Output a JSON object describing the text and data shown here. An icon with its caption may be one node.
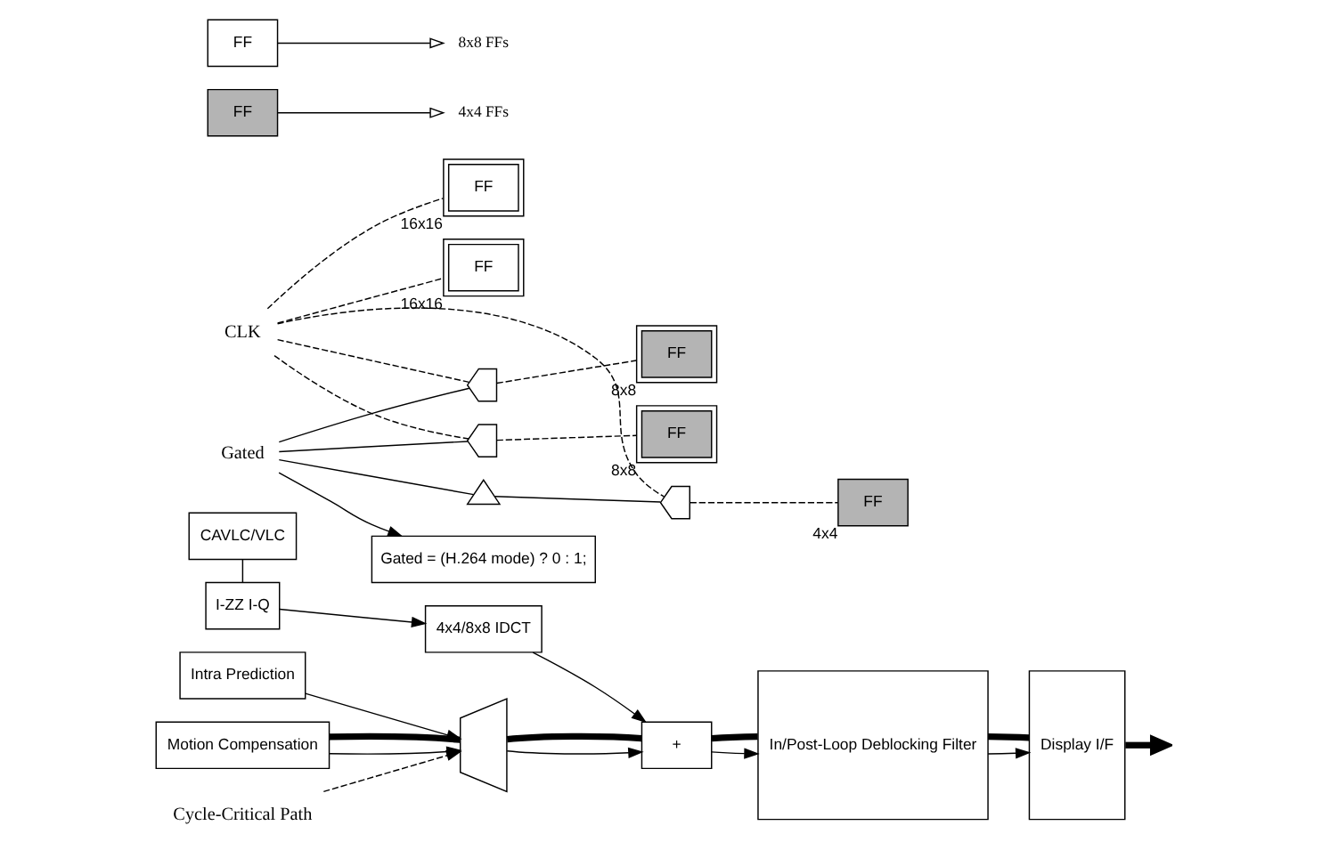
{
  "diagram": {
    "nodes": [
      {
        "text": [
          "Intra Prediction"
        ]
      },
      {
        "text": [
          "Motion Compensation"
        ]
      },
      {
        "text": [
          "FF"
        ],
        "beside": [
          "4x4"
        ]
      },
      {
        "text": [],
        "shape": "trapezoid"
      },
      {
        "text": [
          "+"
        ]
      },
      {
        "text": [
          "FF"
        ],
        "beside": [
          "16x16"
        ]
      },
      {
        "text": [
          "In/Post-Loop Deblocking Filter"
        ]
      },
      {
        "text": [
          "Display I/F"
        ]
      },
      {
        "text": [
          "FF"
        ],
        "beside": [
          "16x16"
        ]
      },
      {
        "text": [],
        "shape": "gate"
      },
      {
        "text": [],
        "shape": "triangle"
      },
      {
        "text": [
          "Gated"
        ]
      },
      {
        "text": [
          "CLK"
        ]
      },
      {
        "text": [
          "CAVLC/VLC"
        ]
      },
      {
        "text": [
          "I-ZZ I-Q"
        ]
      },
      {
        "text": [
          "4x4/8x8 IDCT"
        ]
      },
      {
        "text": [
          "FF"
        ],
        "beside": [
          "8x8"
        ]
      },
      {
        "text": [],
        "shape": "gate"
      },
      {
        "text": [
          "FF"
        ],
        "beside": [
          "8x8"
        ]
      },
      {
        "text": [],
        "shape": "gate"
      },
      {
        "text": [
          "Gated = (H.264 mode) ? 0 : 1;"
        ]
      },
      {
        "text": [
          "Cycle-Critical Path"
        ]
      },
      {
        "text": [
          "FF"
        ]
      },
      {
        "text": [
          "FF"
        ]
      }
    ],
    "edges": [
      {
        "from": 0,
        "to": 3,
        "arrow": "to"
      },
      {
        "from": 1,
        "to": 3,
        "arrow": "to"
      },
      {
        "from": 1,
        "to": 3,
        "arrow": "none",
        "style": "thick"
      },
      {
        "from": 3,
        "to": 4,
        "arrow": "to"
      },
      {
        "from": 3,
        "to": 4,
        "arrow": "none",
        "style": "thick"
      },
      {
        "from": 4,
        "to": 6,
        "arrow": "to"
      },
      {
        "from": 4,
        "to": 6,
        "arrow": "none",
        "style": "thick"
      },
      {
        "from": 6,
        "to": 7,
        "arrow": "to"
      },
      {
        "from": 6,
        "to": 7,
        "arrow": "none",
        "style": "thick"
      },
      {
        "from": 7,
        "to": null,
        "arrow": "to",
        "style": "thick"
      },
      {
        "from": 13,
        "to": 14,
        "arrow": "none"
      },
      {
        "from": 14,
        "to": 15,
        "arrow": "to"
      },
      {
        "from": 15,
        "to": 4,
        "arrow": "to"
      },
      {
        "from": 21,
        "to": 3,
        "arrow": "to",
        "style": "dashed"
      },
      {
        "from": 11,
        "to": 10,
        "arrow": "none"
      },
      {
        "from": 10,
        "to": 9,
        "arrow": "none"
      },
      {
        "from": 11,
        "to": 17,
        "arrow": "none"
      },
      {
        "from": 11,
        "to": 19,
        "arrow": "none"
      },
      {
        "from": 11,
        "to": 20,
        "arrow": "to"
      },
      {
        "from": 12,
        "to": 9,
        "arrow": "none",
        "style": "dashed"
      },
      {
        "from": 12,
        "to": 8,
        "arrow": "none",
        "style": "dashed"
      },
      {
        "from": 12,
        "to": 5,
        "arrow": "none",
        "style": "dashed"
      },
      {
        "from": 12,
        "to": 17,
        "arrow": "none",
        "style": "dashed"
      },
      {
        "from": 12,
        "to": 19,
        "arrow": "none",
        "style": "dashed"
      },
      {
        "from": 9,
        "to": 2,
        "arrow": "none",
        "style": "dashed"
      },
      {
        "from": 17,
        "to": 16,
        "arrow": "none",
        "style": "dashed"
      },
      {
        "from": 19,
        "to": 18,
        "arrow": "none",
        "style": "dashed"
      }
    ],
    "legend": [
      {
        "text": "8x8 FFs"
      },
      {
        "text": "4x4 FFs"
      }
    ]
  }
}
